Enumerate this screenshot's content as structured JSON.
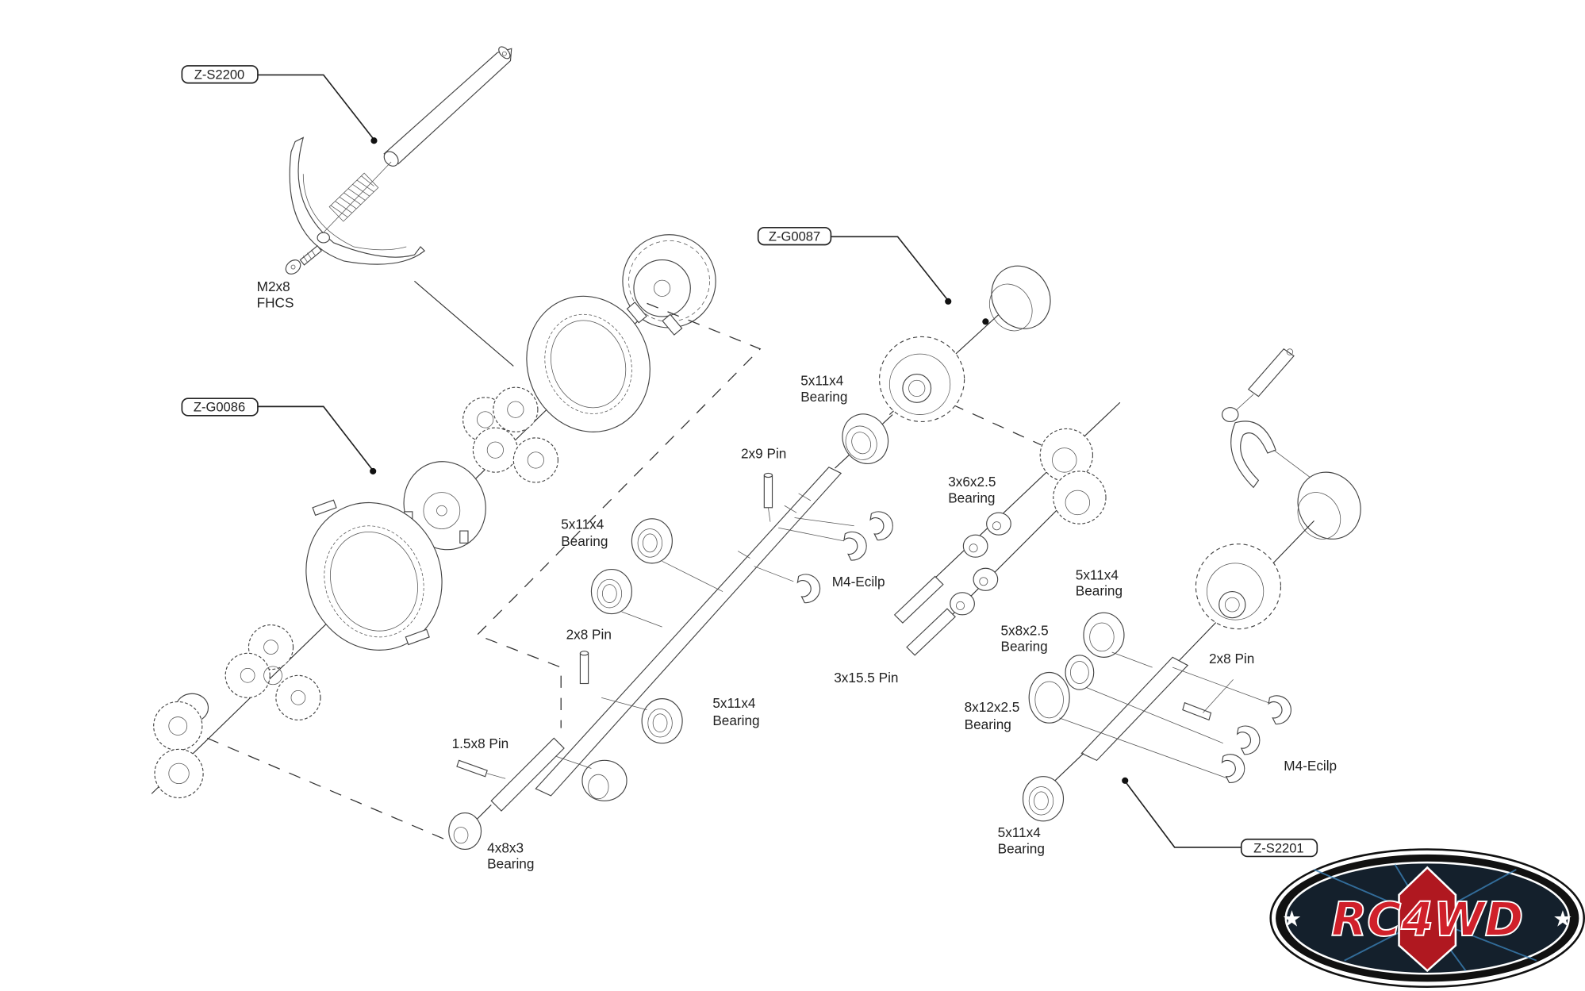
{
  "diagram": {
    "title": "Transmission exploded view",
    "part_tags": [
      {
        "id": "Z-S2200"
      },
      {
        "id": "Z-G0086"
      },
      {
        "id": "Z-G0087"
      },
      {
        "id": "Z-S2201"
      }
    ],
    "labels": {
      "m2x8_line1": "M2x8",
      "m2x8_line2": "FHCS",
      "b_5x11x4_top_l1": "5x11x4",
      "b_5x11x4_top_l2": "Bearing",
      "pin_2x9": "2x9 Pin",
      "b_5x11x4_mid_l1": "5x11x4",
      "b_5x11x4_mid_l2": "Bearing",
      "m4_eclip_center": "M4-Ecilp",
      "pin_2x8_center": "2x8 Pin",
      "b_5x11x4_low_l1": "5x11x4",
      "b_5x11x4_low_l2": "Bearing",
      "pin_1_5x8": "1.5x8 Pin",
      "b_4x8x3_l1": "4x8x3",
      "b_4x8x3_l2": "Bearing",
      "b_3x6x2_5_l1": "3x6x2.5",
      "b_3x6x2_5_l2": "Bearing",
      "pin_3x15_5": "3x15.5 Pin",
      "b_5x11x4_right_l1": "5x11x4",
      "b_5x11x4_right_l2": "Bearing",
      "b_5x8x2_5_l1": "5x8x2.5",
      "b_5x8x2_5_l2": "Bearing",
      "pin_2x8_right": "2x8 Pin",
      "b_8x12x2_5_l1": "8x12x2.5",
      "b_8x12x2_5_l2": "Bearing",
      "m4_eclip_right": "M4-Ecilp",
      "b_5x11x4_bottom_l1": "5x11x4",
      "b_5x11x4_bottom_l2": "Bearing"
    },
    "logo": {
      "text": "RC4WD",
      "colors": {
        "outer": "#111111",
        "red": "#d0202a",
        "blue": "#3a7fb5",
        "white": "#ffffff"
      }
    }
  }
}
